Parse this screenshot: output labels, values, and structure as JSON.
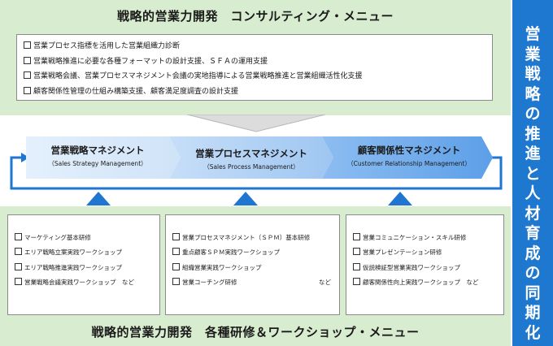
{
  "top": {
    "title": "戦略的営業力開発　コンサルティング・メニュー",
    "items": [
      "営業プロセス指標を活用した営業組織力診断",
      "営業戦略推進に必要な各種フォーマットの設計支援、ＳＦＡの運用支援",
      "営業戦略会議、営業プロセスマネジメント会議の実地指導による営業戦略推進と営業組織活性化支援",
      "顧客関係性管理の仕組み構築支援、顧客満足度調査の設計支援"
    ]
  },
  "side": {
    "text": "営業戦略の推進と人材育成の同期化"
  },
  "process": [
    {
      "label": "営業戦略マネジメント",
      "sub": "（Sales Strategy Management）"
    },
    {
      "label": "営業プロセスマネジメント",
      "sub": "（Sales Process Management）"
    },
    {
      "label": "顧客関係性マネジメント",
      "sub": "（Customer Relationship Management）"
    }
  ],
  "bottom": {
    "title": "戦略的営業力開発　各種研修＆ワークショップ・メニュー",
    "columns": [
      {
        "items": [
          "マーケティング基本研修",
          "エリア戦略立案実践ワークショップ",
          "エリア戦略推進実践ワークショップ",
          "営業戦略会議実践ワークショップ　など"
        ],
        "trailing": ""
      },
      {
        "items": [
          "営業プロセスマネジメント（ＳＰＭ）基本研修",
          "重点顧客ＳＰＭ実践ワークショップ",
          "組織営業実践ワークショップ",
          "営業コーチング研修"
        ],
        "trailing": "など"
      },
      {
        "items": [
          "営業コミュニケーション・スキル研修",
          "営業プレゼンテーション研修",
          "仮説検証型営業実践ワークショップ",
          "顧客関係性向上実践ワークショップ　など"
        ],
        "trailing": ""
      }
    ]
  },
  "colors": {
    "panel_green": "#d8ecd0",
    "side_blue": "#1e78cf",
    "chevron_light": "#d9e9fb",
    "chevron_mid": "#a9cdf5",
    "chevron_dark": "#6fadef",
    "loop_blue": "#1f76d0",
    "arrow_gray": "#dcdcdc"
  },
  "icons": {
    "item_marker": "checkbox-icon",
    "up_marker": "triangle-up-icon",
    "down_marker": "down-arrow-icon"
  }
}
